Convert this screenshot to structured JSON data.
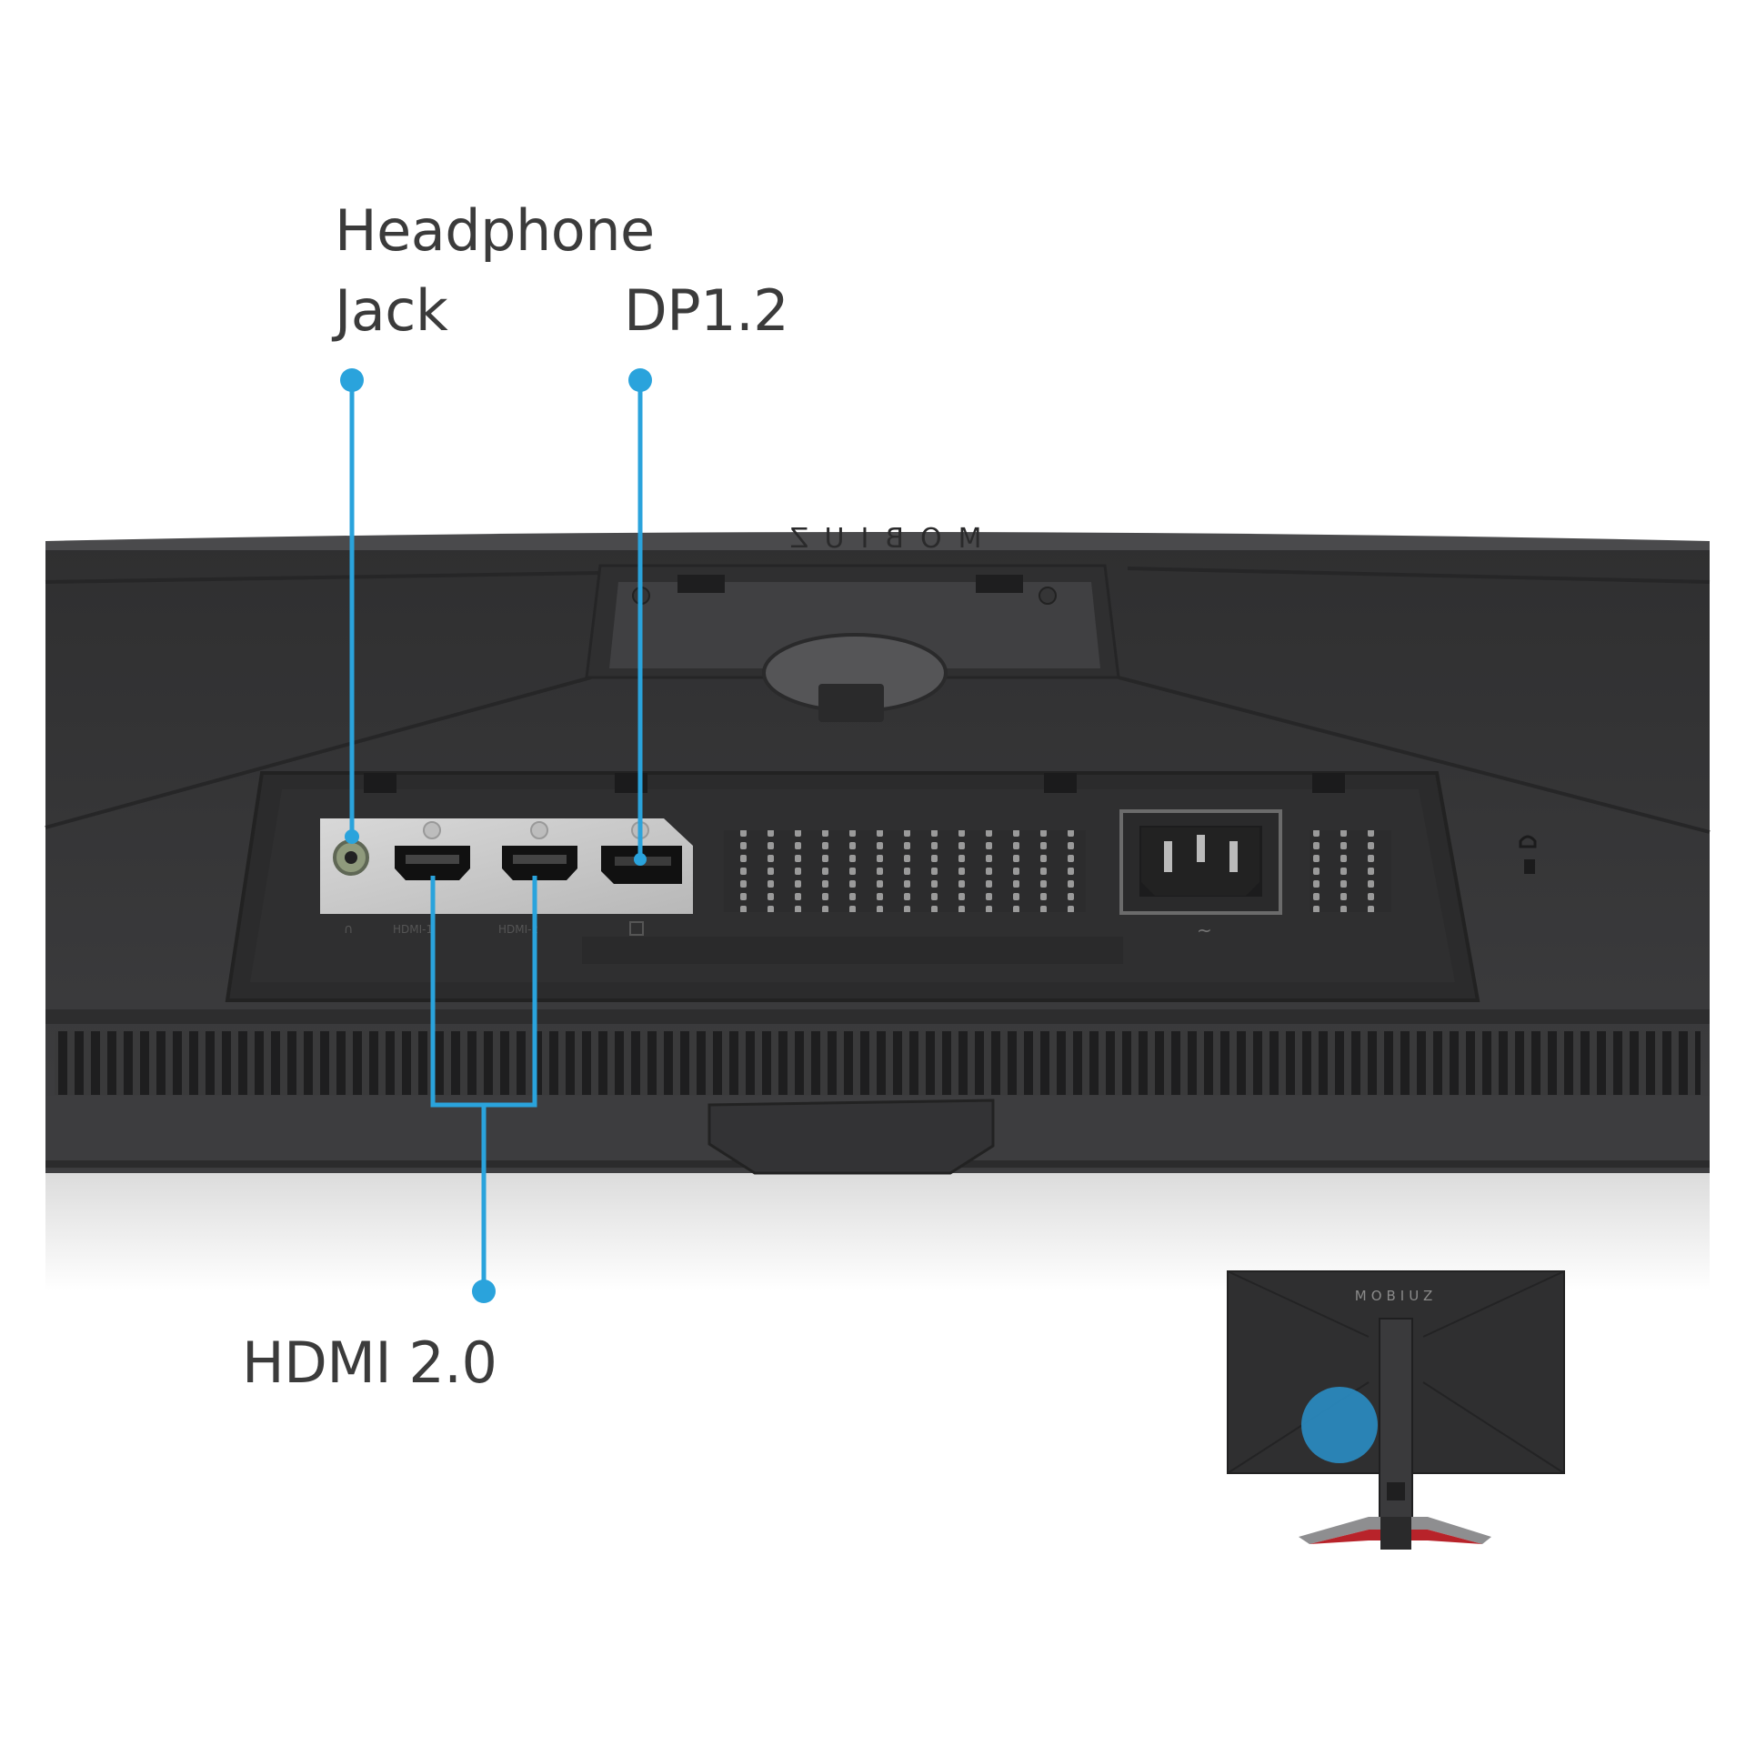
{
  "callouts": {
    "headphone_line1": "Headphone",
    "headphone_line2": "Jack",
    "dp": "DP1.2",
    "hdmi": "HDMI 2.0"
  },
  "panel_labels": {
    "port_hp": "∩",
    "port_hdmi1": "HDMI-1",
    "port_hdmi2": "HDMI-2",
    "ac": "~"
  },
  "branding": {
    "back_logo_mirrored": "MOBIUZ",
    "thumb_logo": "MOBIUZ"
  },
  "colors": {
    "accent": "#2aa3dc",
    "housing": "#3a3a3b",
    "text": "#3b3b3b",
    "port_plate": "#c9c9c9",
    "stand_red": "#b8232a"
  }
}
